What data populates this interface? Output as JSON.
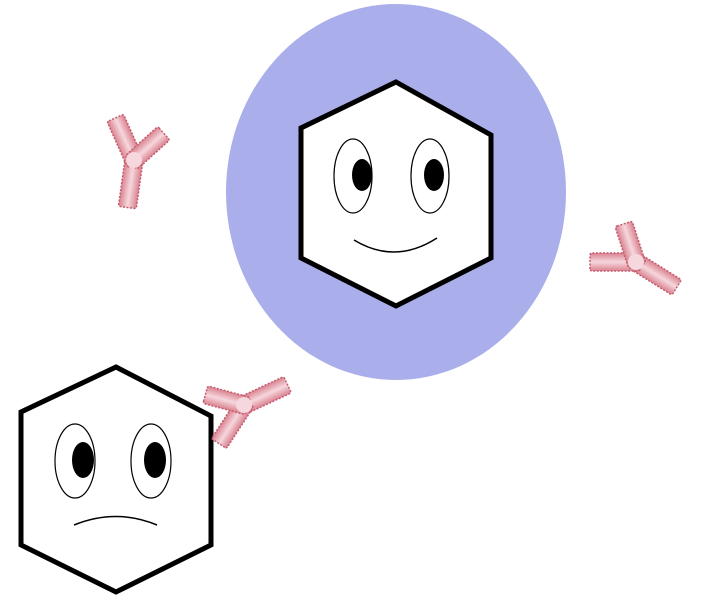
{
  "colors": {
    "shield": "#aaaeea",
    "antibody_light": "#f6d7dd",
    "antibody_dark": "#d9828f",
    "antibody_edge": "#c45c6e",
    "outline": "#000000",
    "cell_fill": "#ffffff"
  },
  "cells": [
    {
      "name": "protected-cell",
      "expression": "happy",
      "shielded": true
    },
    {
      "name": "exposed-cell",
      "expression": "sad",
      "shielded": false
    }
  ],
  "antibodies": [
    {
      "name": "antibody-top-left"
    },
    {
      "name": "antibody-right"
    },
    {
      "name": "antibody-attacking"
    }
  ]
}
